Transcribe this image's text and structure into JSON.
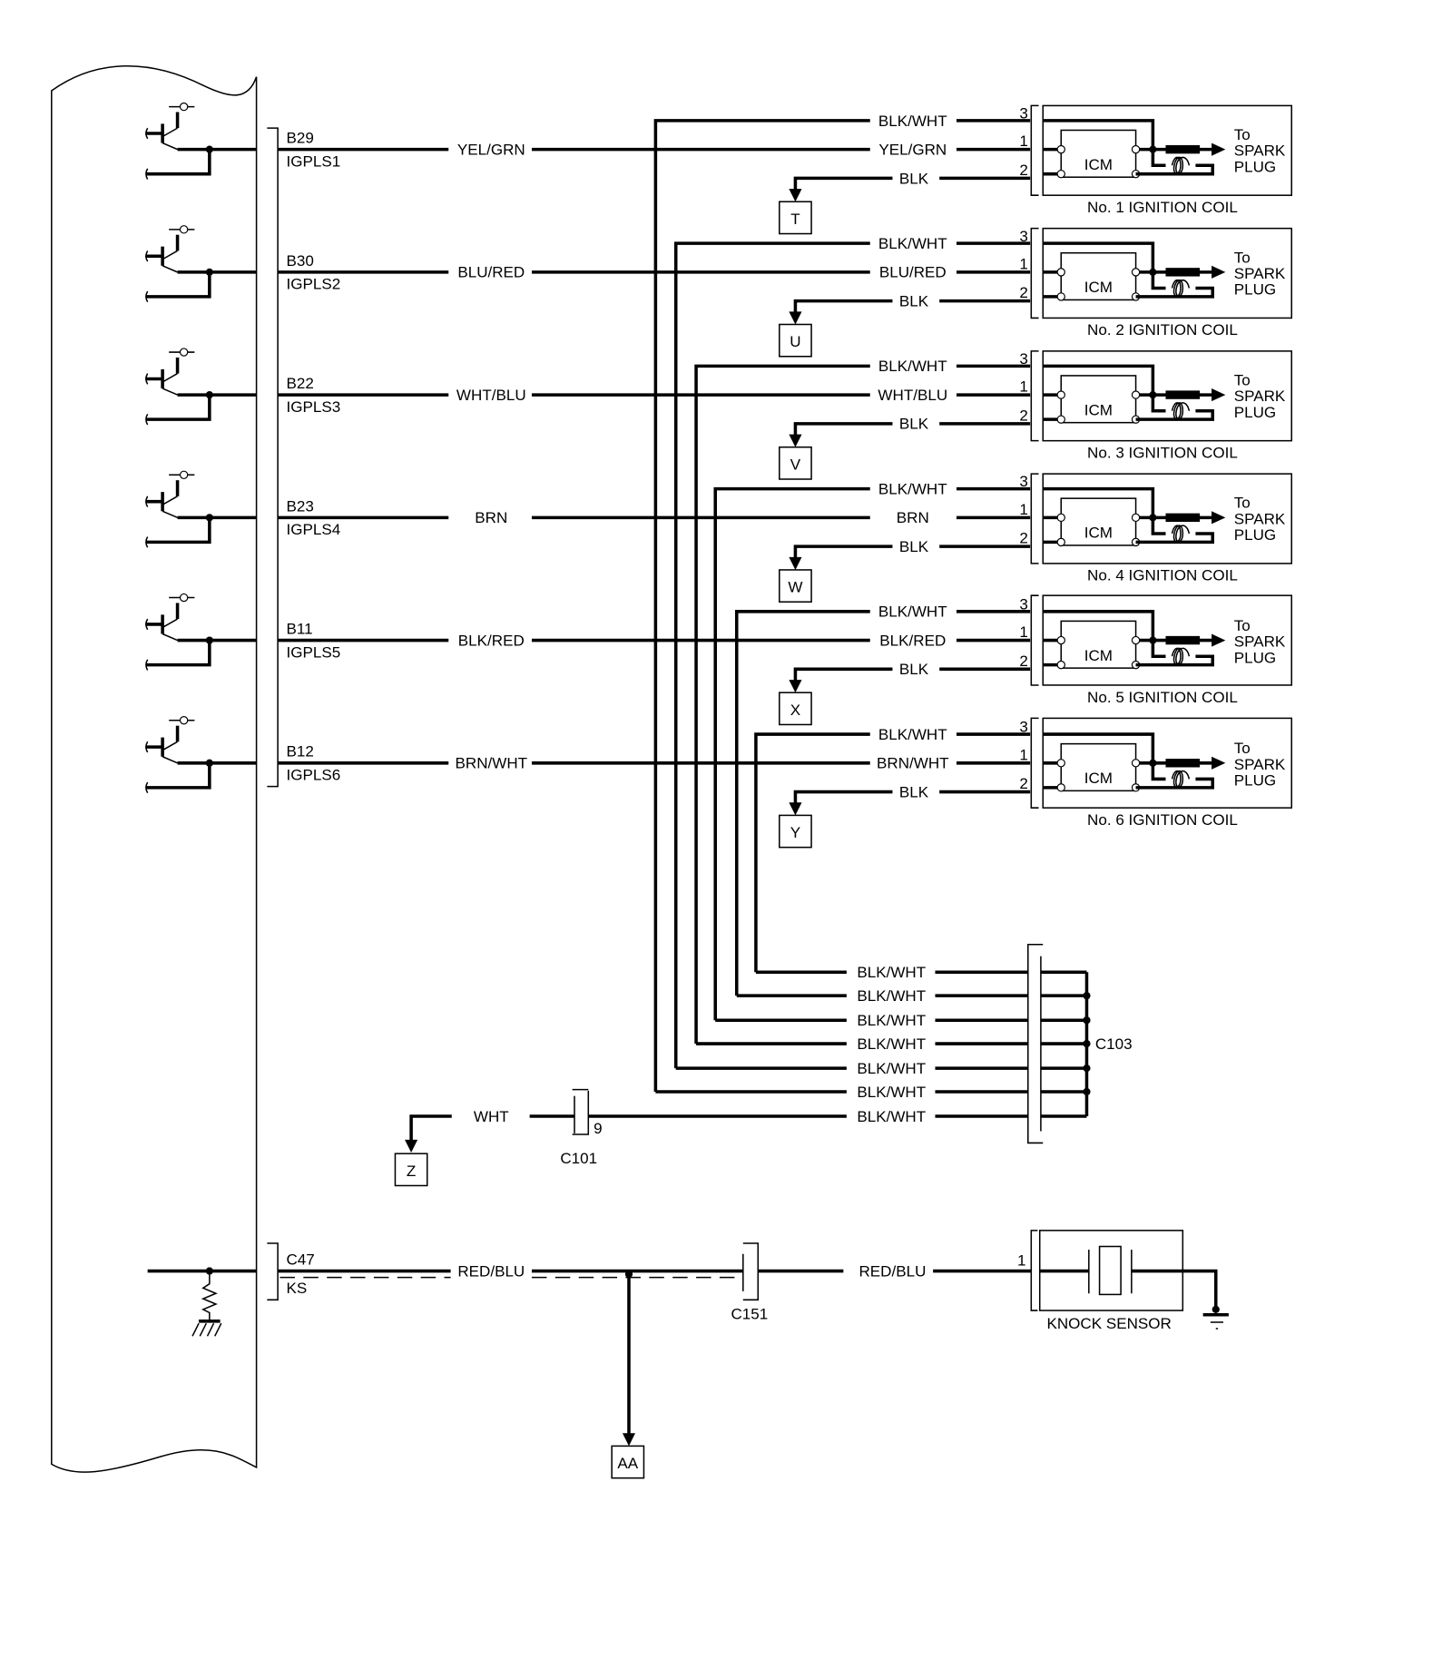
{
  "ecu": {
    "outputs": [
      {
        "pin": "B29",
        "signal": "IGPLS1",
        "wire": "YEL/GRN",
        "ground_ref": "T",
        "coil": "No. 1 IGNITION COIL"
      },
      {
        "pin": "B30",
        "signal": "IGPLS2",
        "wire": "BLU/RED",
        "ground_ref": "U",
        "coil": "No. 2 IGNITION COIL"
      },
      {
        "pin": "B22",
        "signal": "IGPLS3",
        "wire": "WHT/BLU",
        "ground_ref": "V",
        "coil": "No. 3 IGNITION COIL"
      },
      {
        "pin": "B23",
        "signal": "IGPLS4",
        "wire": "BRN",
        "ground_ref": "W",
        "coil": "No. 4 IGNITION COIL"
      },
      {
        "pin": "B11",
        "signal": "IGPLS5",
        "wire": "BLK/RED",
        "ground_ref": "X",
        "coil": "No. 5 IGNITION COIL"
      },
      {
        "pin": "B12",
        "signal": "IGPLS6",
        "wire": "BRN/WHT",
        "ground_ref": "Y",
        "coil": "No. 6 IGNITION COIL"
      }
    ],
    "knock": {
      "pin": "C47",
      "signal": "KS",
      "wire": "RED/BLU"
    }
  },
  "coil": {
    "power_wire": "BLK/WHT",
    "ground_wire": "BLK",
    "icm_label": "ICM",
    "pin_power": "3",
    "pin_signal": "1",
    "pin_ground": "2",
    "spark_to": "To",
    "spark_l1": "SPARK",
    "spark_l2": "PLUG"
  },
  "splice": {
    "name": "C103",
    "wire": "BLK/WHT",
    "count": 7
  },
  "c101": {
    "name": "C101",
    "pin": "9",
    "wire_out": "WHT",
    "ref": "Z"
  },
  "c151": {
    "name": "C151"
  },
  "knock_sensor": {
    "label": "KNOCK SENSOR",
    "pin": "1",
    "wire": "RED/BLU",
    "ref": "AA"
  }
}
